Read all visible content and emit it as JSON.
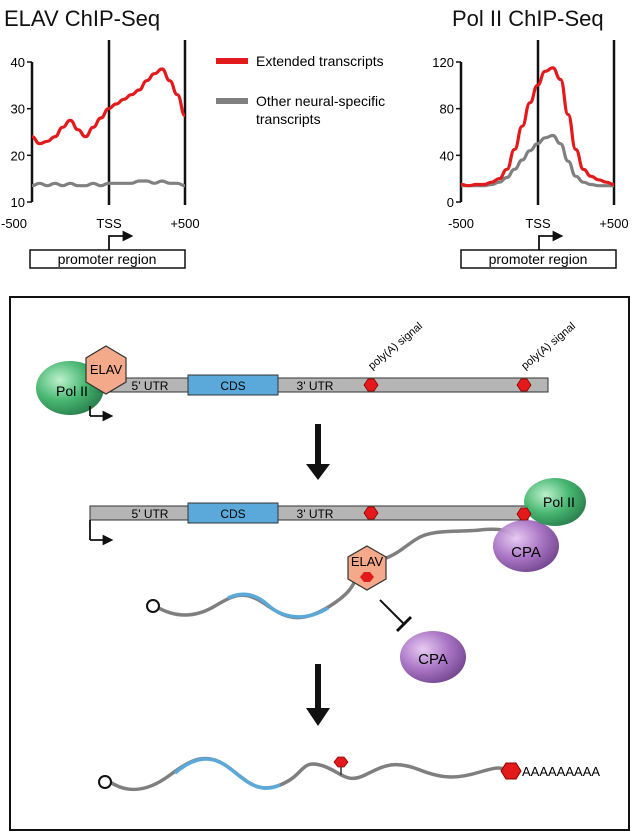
{
  "chart_data": [
    {
      "type": "line",
      "title": "ELAV ChIP-Seq",
      "x_ticks": [
        "-500",
        "TSS",
        "+500"
      ],
      "xlim": [
        -500,
        500
      ],
      "ylim": [
        10,
        40
      ],
      "y_ticks": [
        10,
        20,
        30,
        40
      ],
      "x": [
        -500,
        -450,
        -400,
        -350,
        -300,
        -250,
        -200,
        -150,
        -100,
        -50,
        0,
        50,
        100,
        150,
        200,
        250,
        300,
        350,
        400,
        450,
        500
      ],
      "series": [
        {
          "name": "Extended transcripts",
          "color": "#e31a1c",
          "values": [
            24,
            22.5,
            23,
            24,
            26,
            27.5,
            25.5,
            24,
            26,
            28,
            30,
            31,
            32,
            33,
            34,
            36,
            37.5,
            38.5,
            36,
            33,
            28.5
          ]
        },
        {
          "name": "Other neural-specific transcripts",
          "color": "#808080",
          "values": [
            13.5,
            14,
            13.5,
            14,
            13.5,
            14,
            13.5,
            13.5,
            14,
            13.5,
            14,
            14,
            14,
            14,
            14.5,
            14.5,
            14,
            14.5,
            14,
            14,
            13.5
          ]
        }
      ],
      "region_label": "promoter region"
    },
    {
      "type": "line",
      "title": "Pol II ChIP-Seq",
      "x_ticks": [
        "-500",
        "TSS",
        "+500"
      ],
      "xlim": [
        -500,
        500
      ],
      "ylim": [
        0,
        120
      ],
      "y_ticks": [
        0,
        40,
        80,
        120
      ],
      "x": [
        -500,
        -450,
        -400,
        -350,
        -300,
        -250,
        -200,
        -150,
        -100,
        -50,
        0,
        50,
        100,
        150,
        200,
        250,
        300,
        350,
        400,
        450,
        500
      ],
      "series": [
        {
          "name": "Extended transcripts",
          "color": "#e31a1c",
          "values": [
            15,
            14,
            15,
            15,
            17,
            20,
            28,
            45,
            65,
            85,
            100,
            112,
            115,
            105,
            75,
            45,
            28,
            22,
            19,
            17,
            15
          ]
        },
        {
          "name": "Other neural-specific transcripts",
          "color": "#808080",
          "values": [
            14,
            14,
            14,
            14,
            15,
            17,
            21,
            28,
            36,
            44,
            50,
            55,
            57,
            50,
            35,
            22,
            17,
            15,
            14,
            14,
            14
          ]
        }
      ],
      "region_label": "promoter region"
    }
  ],
  "legend": [
    {
      "label": "Extended transcripts",
      "color": "#e31a1c"
    },
    {
      "label": "Other neural-specific transcripts",
      "color": "#808080"
    }
  ],
  "diagram": {
    "gene1": {
      "utr5": "5' UTR",
      "cds": "CDS",
      "utr3": "3' UTR",
      "polya1": "poly(A) signal",
      "polya2": "poly(A) signal",
      "elav": "ELAV",
      "pol": "Pol II"
    },
    "gene2": {
      "utr5": "5' UTR",
      "cds": "CDS",
      "utr3": "3' UTR",
      "pol": "Pol II",
      "cpa_bound": "CPA",
      "elav": "ELAV",
      "cpa_free": "CPA"
    },
    "final": {
      "polya_tail": "AAAAAAAAA"
    },
    "colors": {
      "gene": "#b5b5b5",
      "cds": "#5aa9da",
      "polya": "#e31a1c",
      "elav": "#f3a98a",
      "pol": "#3fb36b",
      "cpa": "#a66fc2",
      "rna": "#7f7f7f",
      "rna_coding": "#5aa9da"
    }
  }
}
